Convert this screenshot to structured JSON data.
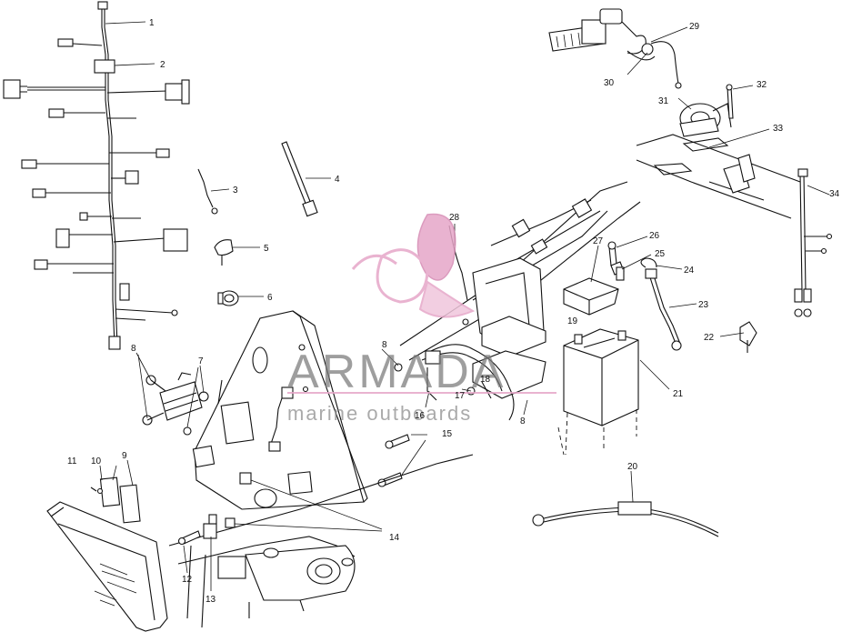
{
  "watermark": {
    "brand": "ARMADA",
    "tagline": "marine outboards",
    "logo_color": "#e6a6c8"
  },
  "callouts": {
    "c1": "1",
    "c2": "2",
    "c3": "3",
    "c4": "4",
    "c5": "5",
    "c6": "6",
    "c7": "7",
    "c8a": "8",
    "c8b": "8",
    "c8c": "8",
    "c9": "9",
    "c10": "10",
    "c11": "11",
    "c12": "12",
    "c13": "13",
    "c14": "14",
    "c15": "15",
    "c16": "16",
    "c17": "17",
    "c18": "18",
    "c19": "19",
    "c20": "20",
    "c21": "21",
    "c22": "22",
    "c23": "23",
    "c24": "24",
    "c25": "25",
    "c26": "26",
    "c27": "27",
    "c28": "28",
    "c29": "29",
    "c30": "30",
    "c31": "31",
    "c32": "32",
    "c33": "33",
    "c34": "34"
  }
}
